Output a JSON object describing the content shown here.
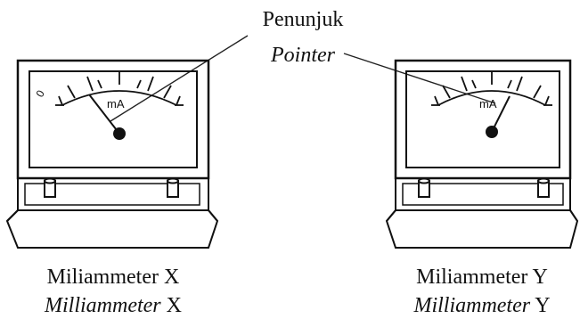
{
  "pointer_label": {
    "malay": "Penunjuk",
    "english": "Pointer"
  },
  "meters": [
    {
      "id": "x",
      "unit": "mA",
      "zero_mark": "0",
      "caption_malay_prefix": "Miliammeter",
      "caption_english_prefix": "Milliammeter",
      "caption_suffix": "X"
    },
    {
      "id": "y",
      "unit": "mA",
      "zero_mark": "",
      "caption_malay_prefix": "Miliammeter",
      "caption_english_prefix": "Milliammeter",
      "caption_suffix": "Y"
    }
  ]
}
